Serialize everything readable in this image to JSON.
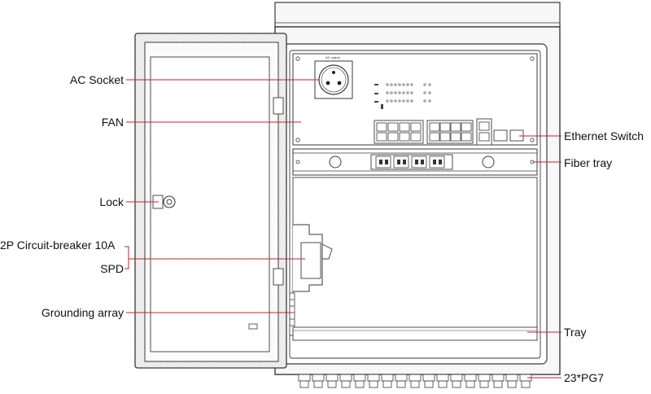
{
  "labels": {
    "ac_socket": "AC Socket",
    "fan": "FAN",
    "lock": "Lock",
    "circuit_breaker": "2P Circuit-breaker 10A",
    "spd": "SPD",
    "grounding_array": "Grounding array",
    "ethernet_switch": "Ethernet Switch",
    "fiber_tray": "Fiber tray",
    "tray": "Tray",
    "pg7": "23*PG7"
  },
  "panel_text": {
    "ac_output": "AC output"
  },
  "colors": {
    "leader_line": "#cc1f2a",
    "outline": "#3a3a3a",
    "cabinet_fill": "#f7f7f7",
    "text": "#111111"
  }
}
